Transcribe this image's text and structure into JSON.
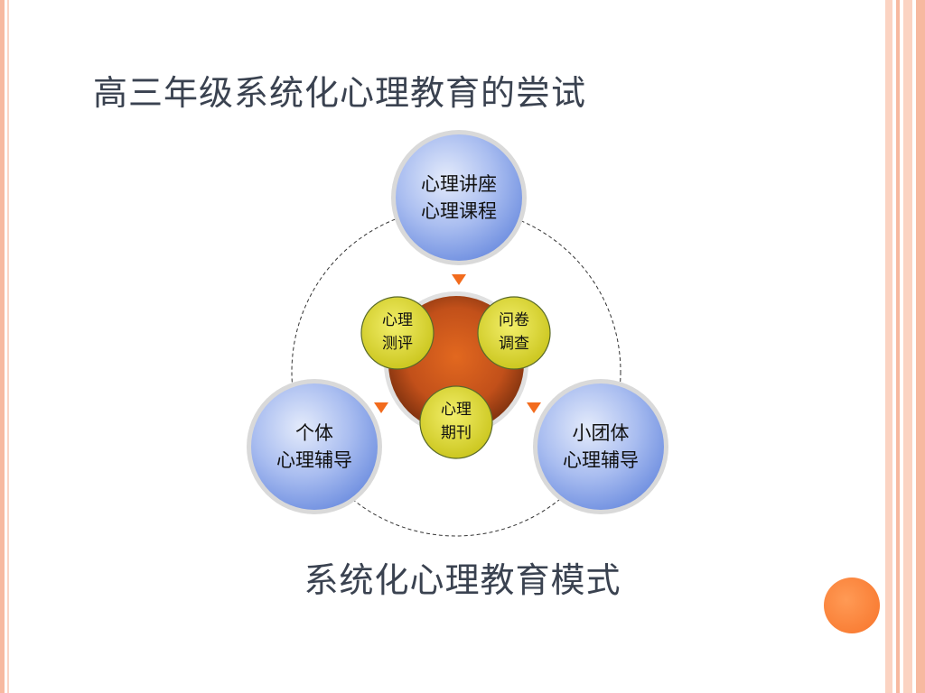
{
  "title": "高三年级系统化心理教育的尝试",
  "subtitle": "系统化心理教育模式",
  "outer_nodes": {
    "top": {
      "line1": "心理讲座",
      "line2": "心理课程"
    },
    "left": {
      "line1": "个体",
      "line2": "心理辅导"
    },
    "right": {
      "line1": "小团体",
      "line2": "心理辅导"
    }
  },
  "inner_nodes": {
    "left": {
      "line1": "心理",
      "line2": "测评"
    },
    "right": {
      "line1": "问卷",
      "line2": "调查"
    },
    "bottom": {
      "line1": "心理",
      "line2": "期刊"
    }
  },
  "colors": {
    "outer_circle": "#8aa6e6",
    "center_circle": "#c9561a",
    "inner_circle": "#dcd72a",
    "arrow": "#f26b1d",
    "accent_dot": "#f7742a",
    "frame": "#f7b9a0"
  }
}
